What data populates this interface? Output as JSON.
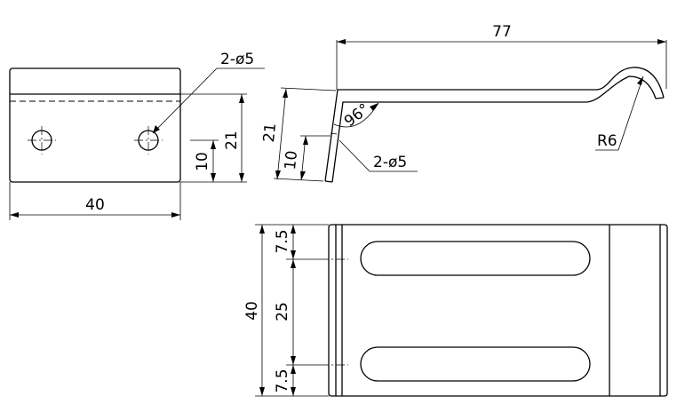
{
  "drawing": {
    "front_view": {
      "width_label": "40",
      "height_label": "21",
      "hole_offset_label": "10",
      "hole_callout": "2-ø5"
    },
    "side_view": {
      "length_label": "77",
      "height_label": "21",
      "hole_offset_label": "10",
      "angle_label": "96°",
      "radius_label": "R6",
      "hole_callout": "2-ø5"
    },
    "top_view": {
      "height_label": "40",
      "edge_top_label": "7.5",
      "spacing_label": "25",
      "edge_bottom_label": "7.5"
    }
  }
}
